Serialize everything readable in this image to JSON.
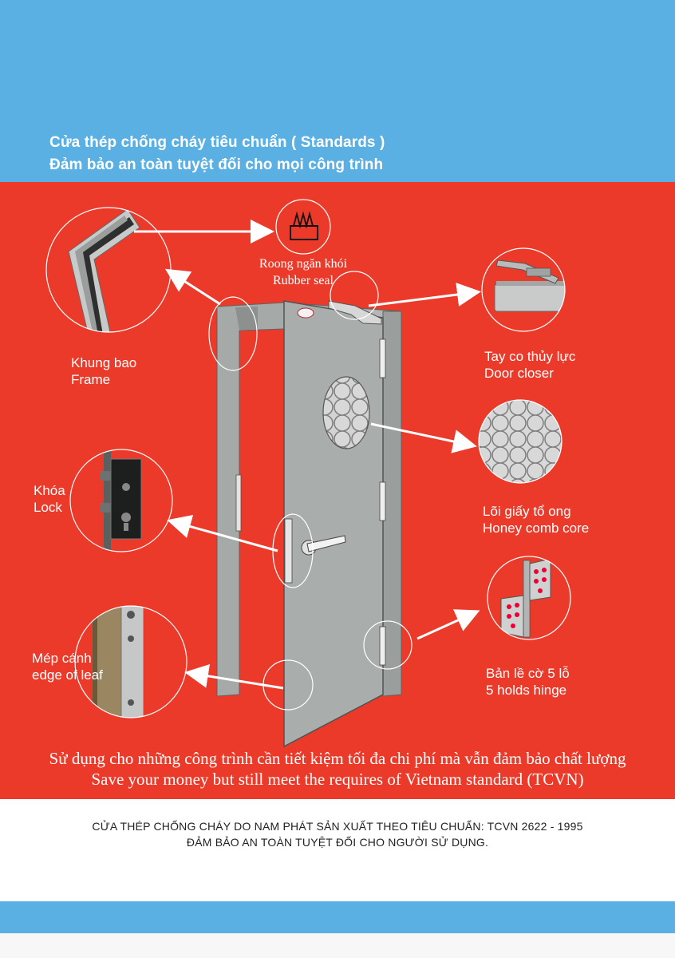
{
  "header": {
    "line1": "Cửa thép chống cháy tiêu chuẩn ( Standards )",
    "line2": "Đảm bảo an toàn tuyệt đối cho mọi công trình"
  },
  "callouts": {
    "rubber_seal": {
      "vi": "Roong ngăn khói",
      "en": "Rubber seal"
    },
    "frame": {
      "vi": "Khung bao",
      "en": "Frame"
    },
    "door_closer": {
      "vi": "Tay co thủy lực",
      "en": "Door closer"
    },
    "honeycomb": {
      "vi": "Lõi giấy tổ ong",
      "en": "Honey comb core"
    },
    "lock": {
      "vi": "Khóa",
      "en": "Lock"
    },
    "hinge": {
      "vi": "Bản lề cờ 5 lỗ",
      "en": "5 holds hinge"
    },
    "edge": {
      "vi": "Mép cánh",
      "en": "edge of leaf"
    }
  },
  "slogan": {
    "vi": "Sử dụng cho những công trình cần tiết kiệm tối đa chi phí mà vẫn đảm bảo chất lượng",
    "en": "Save your money but still meet the requires of Vietnam standard (TCVN)"
  },
  "notice": {
    "line1": "CỬA THÉP CHỐNG CHÁY DO NAM PHÁT SẢN XUẤT THEO TIÊU CHUẨN: TCVN 2622 - 1995",
    "line2": "ĐẢM BẢO AN TOÀN TUYỆT ĐỐI CHO NGƯỜI SỬ DỤNG."
  },
  "colors": {
    "sky": "#5ab0e2",
    "red": "#ec3a2a",
    "door": "#a9adab",
    "text_light": "#ffffff"
  }
}
